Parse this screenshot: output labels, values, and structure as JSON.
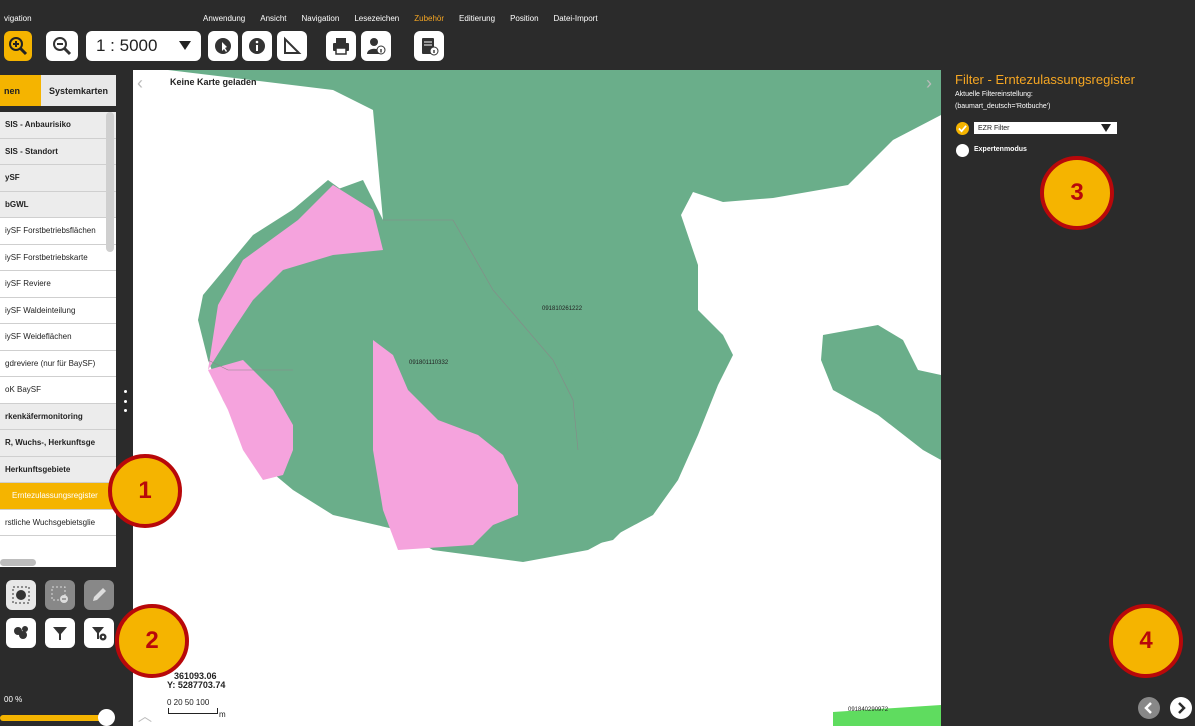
{
  "window": {
    "nav_label": "vigation"
  },
  "menu": {
    "items": [
      {
        "label": "Anwendung",
        "active": false
      },
      {
        "label": "Ansicht",
        "active": false
      },
      {
        "label": "Navigation",
        "active": false
      },
      {
        "label": "Lesezeichen",
        "active": false
      },
      {
        "label": "Zubehör",
        "active": true
      },
      {
        "label": "Editierung",
        "active": false
      },
      {
        "label": "Position",
        "active": false
      },
      {
        "label": "Datei-Import",
        "active": false
      }
    ]
  },
  "toolbar": {
    "scale": "1 : 5000",
    "icons": [
      "zoom-in-icon",
      "zoom-out-icon",
      "info-cursor-icon",
      "info-icon",
      "measure-icon",
      "print-icon",
      "user-info-icon",
      "document-info-icon"
    ]
  },
  "left_panel": {
    "tabs": [
      "nen",
      "Systemkarten"
    ],
    "layers": [
      {
        "label": "SIS - Anbaurisiko",
        "bold": true,
        "active": false
      },
      {
        "label": "SIS - Standort",
        "bold": true,
        "active": false
      },
      {
        "label": "ySF",
        "bold": true,
        "active": false
      },
      {
        "label": "bGWL",
        "bold": true,
        "active": false
      },
      {
        "label": "iySF Forstbetriebsflächen",
        "bold": false,
        "active": false
      },
      {
        "label": "iySF Forstbetriebskarte",
        "bold": false,
        "active": false
      },
      {
        "label": "iySF Reviere",
        "bold": false,
        "active": false
      },
      {
        "label": "iySF Waldeinteilung",
        "bold": false,
        "active": false
      },
      {
        "label": "iySF Weideflächen",
        "bold": false,
        "active": false
      },
      {
        "label": "gdreviere (nur für BaySF)",
        "bold": false,
        "active": false
      },
      {
        "label": "oK BaySF",
        "bold": false,
        "active": false
      },
      {
        "label": "rkenkäfermonitoring",
        "bold": true,
        "active": false
      },
      {
        "label": "R, Wuchs-, Herkunftsge",
        "bold": true,
        "active": false
      },
      {
        "label": "Herkunftsgebiete",
        "bold": true,
        "active": false
      },
      {
        "label": "Erntezulassungsregister",
        "bold": false,
        "active": true
      },
      {
        "label": "rstliche Wuchsgebietsglie",
        "bold": false,
        "active": false
      }
    ],
    "tools_row1": [
      "globe-select-icon",
      "select-remove-icon",
      "pencil-icon"
    ],
    "tools_row2": [
      "layers-icon",
      "filter-icon",
      "filter-settings-icon"
    ],
    "opacity_label": "00 %",
    "opacity_value": 100
  },
  "map": {
    "title": "Keine Karte geladen",
    "parcels": [
      {
        "id": "091810261222"
      },
      {
        "id": "091801110332"
      },
      {
        "id": "091840290972"
      }
    ],
    "coord_x": "361093.06",
    "coord_y": "Y: 5287703.74",
    "scalebar_ticks": "0  20  50   100",
    "scalebar_unit": "m",
    "colors": {
      "green": "#6aae8a",
      "pink": "#f5a3dd",
      "bright_green": "#5fdc5f"
    }
  },
  "right_panel": {
    "title": "Filter - Erntezulassungsregister",
    "current_label": "Aktuelle Filtereinstellung:",
    "current_value": "(baumart_deutsch='Rotbuche')",
    "filter_select": "EZR Filter",
    "expert_mode": "Expertenmodus"
  },
  "badges": [
    "1",
    "2",
    "3",
    "4"
  ],
  "accent": "#f5b400"
}
